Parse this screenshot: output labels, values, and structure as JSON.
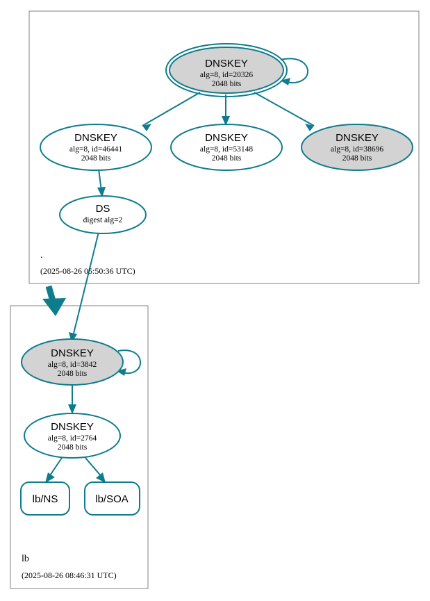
{
  "diagram": {
    "type": "dnssec-authentication-chain",
    "colors": {
      "edge": "#0e7c8c",
      "node_stroke": "#0e7c8c",
      "node_fill_secure": "#d3d3d3",
      "node_fill_plain": "#ffffff",
      "frame": "#808080",
      "text": "#000000"
    }
  },
  "zones": [
    {
      "name": "root",
      "label": ".",
      "timestamp": "(2025-08-26 05:50:36 UTC)"
    },
    {
      "name": "lb",
      "label": "lb",
      "timestamp": "(2025-08-26 08:46:31 UTC)"
    }
  ],
  "nodes": {
    "root_ksk": {
      "kind": "DNSKEY",
      "title": "DNSKEY",
      "params": "alg=8, id=20326",
      "size": "2048 bits",
      "shape": "doubleellipse",
      "fill": "#d3d3d3",
      "self_signed": true
    },
    "root_zsk_46441": {
      "kind": "DNSKEY",
      "title": "DNSKEY",
      "params": "alg=8, id=46441",
      "size": "2048 bits",
      "shape": "ellipse",
      "fill": "#ffffff",
      "self_signed": false
    },
    "root_zsk_53148": {
      "kind": "DNSKEY",
      "title": "DNSKEY",
      "params": "alg=8, id=53148",
      "size": "2048 bits",
      "shape": "ellipse",
      "fill": "#ffffff",
      "self_signed": false
    },
    "root_zsk_38696": {
      "kind": "DNSKEY",
      "title": "DNSKEY",
      "params": "alg=8, id=38696",
      "size": "2048 bits",
      "shape": "ellipse",
      "fill": "#d3d3d3",
      "self_signed": false
    },
    "root_ds": {
      "kind": "DS",
      "title": "DS",
      "params": "digest alg=2",
      "shape": "ellipse",
      "fill": "#ffffff"
    },
    "lb_ksk": {
      "kind": "DNSKEY",
      "title": "DNSKEY",
      "params": "alg=8, id=3842",
      "size": "2048 bits",
      "shape": "ellipse",
      "fill": "#d3d3d3",
      "self_signed": true
    },
    "lb_zsk": {
      "kind": "DNSKEY",
      "title": "DNSKEY",
      "params": "alg=8, id=2764",
      "size": "2048 bits",
      "shape": "ellipse",
      "fill": "#ffffff",
      "self_signed": false
    },
    "lb_ns": {
      "kind": "RRset",
      "title": "lb/NS",
      "shape": "rounded-rect",
      "fill": "#ffffff"
    },
    "lb_soa": {
      "kind": "RRset",
      "title": "lb/SOA",
      "shape": "rounded-rect",
      "fill": "#ffffff"
    }
  },
  "edges": [
    {
      "from": "root_ksk",
      "to": "root_ksk",
      "style": "self-loop"
    },
    {
      "from": "root_ksk",
      "to": "root_zsk_46441",
      "style": "solid"
    },
    {
      "from": "root_ksk",
      "to": "root_zsk_53148",
      "style": "solid"
    },
    {
      "from": "root_ksk",
      "to": "root_zsk_38696",
      "style": "solid"
    },
    {
      "from": "root_zsk_46441",
      "to": "root_ds",
      "style": "solid"
    },
    {
      "from": "root_ds",
      "to": "lb_ksk",
      "style": "solid"
    },
    {
      "from": "root",
      "to": "lb",
      "style": "thick-delegation"
    },
    {
      "from": "lb_ksk",
      "to": "lb_ksk",
      "style": "self-loop"
    },
    {
      "from": "lb_ksk",
      "to": "lb_zsk",
      "style": "solid"
    },
    {
      "from": "lb_zsk",
      "to": "lb_ns",
      "style": "solid"
    },
    {
      "from": "lb_zsk",
      "to": "lb_soa",
      "style": "solid"
    }
  ]
}
